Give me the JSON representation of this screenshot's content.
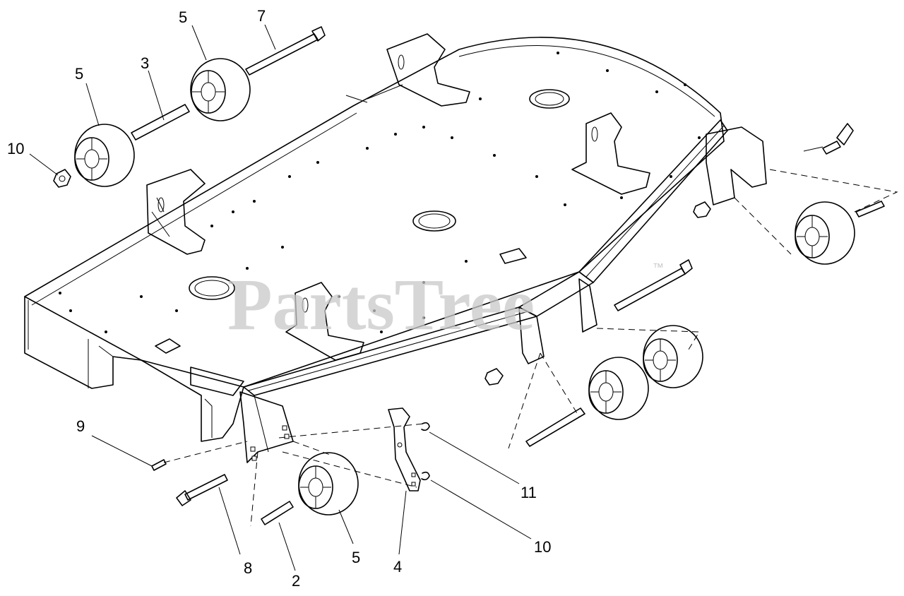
{
  "watermark": {
    "text": "PartsTree",
    "trademark": "™"
  },
  "callouts": [
    {
      "id": "c-5a",
      "label": "5"
    },
    {
      "id": "c-7",
      "label": "7"
    },
    {
      "id": "c-5b",
      "label": "5"
    },
    {
      "id": "c-3",
      "label": "3"
    },
    {
      "id": "c-10a",
      "label": "10"
    },
    {
      "id": "c-9",
      "label": "9"
    },
    {
      "id": "c-8",
      "label": "8"
    },
    {
      "id": "c-2",
      "label": "2"
    },
    {
      "id": "c-5c",
      "label": "5"
    },
    {
      "id": "c-4",
      "label": "4"
    },
    {
      "id": "c-11",
      "label": "11"
    },
    {
      "id": "c-10b",
      "label": "10"
    }
  ],
  "colors": {
    "line": "#000000",
    "watermark": "#c8c8c8",
    "background": "#ffffff"
  }
}
